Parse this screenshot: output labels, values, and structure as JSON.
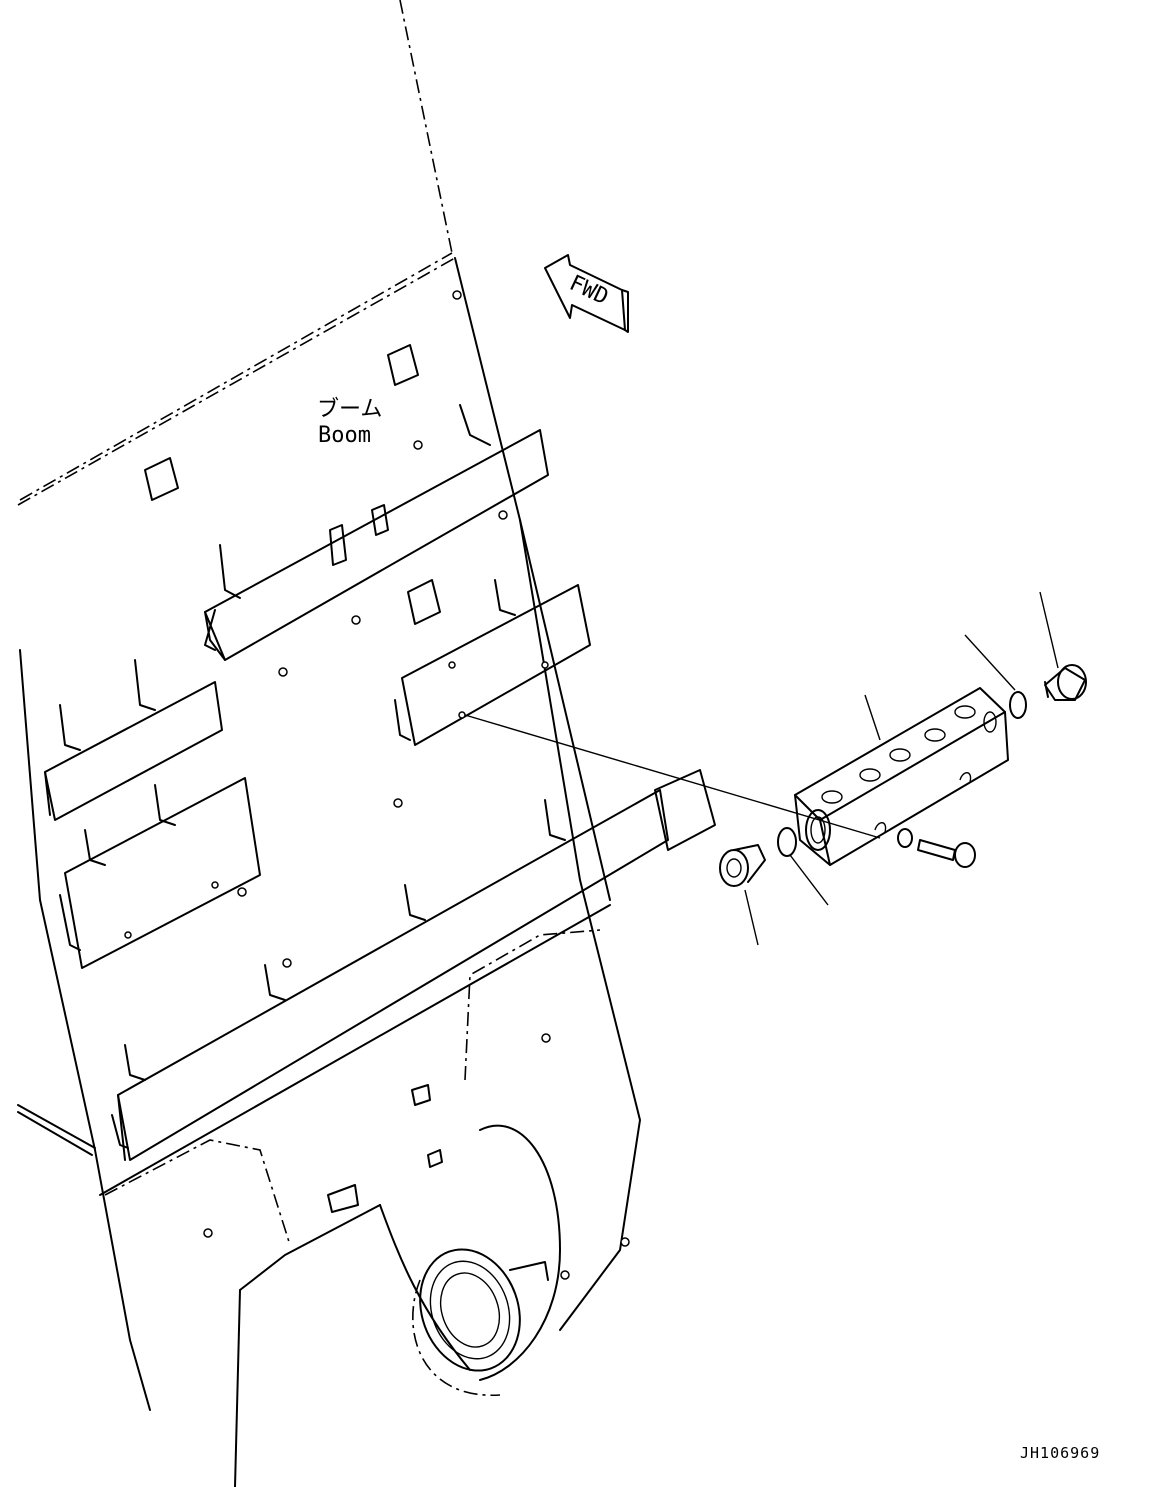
{
  "labels": {
    "boom_jp": "ブーム",
    "boom_en": "Boom",
    "fwd": "FWD"
  },
  "drawing_code": "JH106969",
  "colors": {
    "line": "#000000",
    "background": "#ffffff"
  },
  "icons": {
    "forward_arrow": "fwd-arrow-icon"
  }
}
